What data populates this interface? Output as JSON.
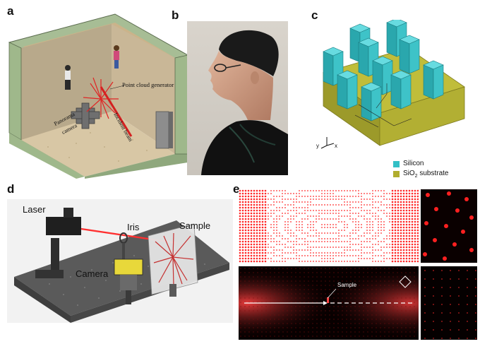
{
  "panels": {
    "a": {
      "letter": "a",
      "labels": {
        "generator": "Point cloud generator",
        "beam": "Incident beam",
        "camera_l1": "Panorama",
        "camera_l2": "camera"
      }
    },
    "b": {
      "letter": "b"
    },
    "c": {
      "letter": "c",
      "legend": {
        "silicon": "Silicon",
        "substrate_pre": "SiO",
        "substrate_sub": "2",
        "substrate_post": " substrate"
      },
      "axis": {
        "x": "x",
        "y": "y"
      },
      "colors": {
        "pillar": "#33c0c6",
        "substrate": "#b0ad2e"
      }
    },
    "d": {
      "letter": "d",
      "labels": {
        "laser": "Laser",
        "iris": "Iris",
        "sample": "Sample",
        "camera": "Camera"
      }
    },
    "e": {
      "letter": "e",
      "labels": {
        "sample": "Sample"
      },
      "colors": {
        "dot": "#ff2a2a"
      }
    }
  }
}
